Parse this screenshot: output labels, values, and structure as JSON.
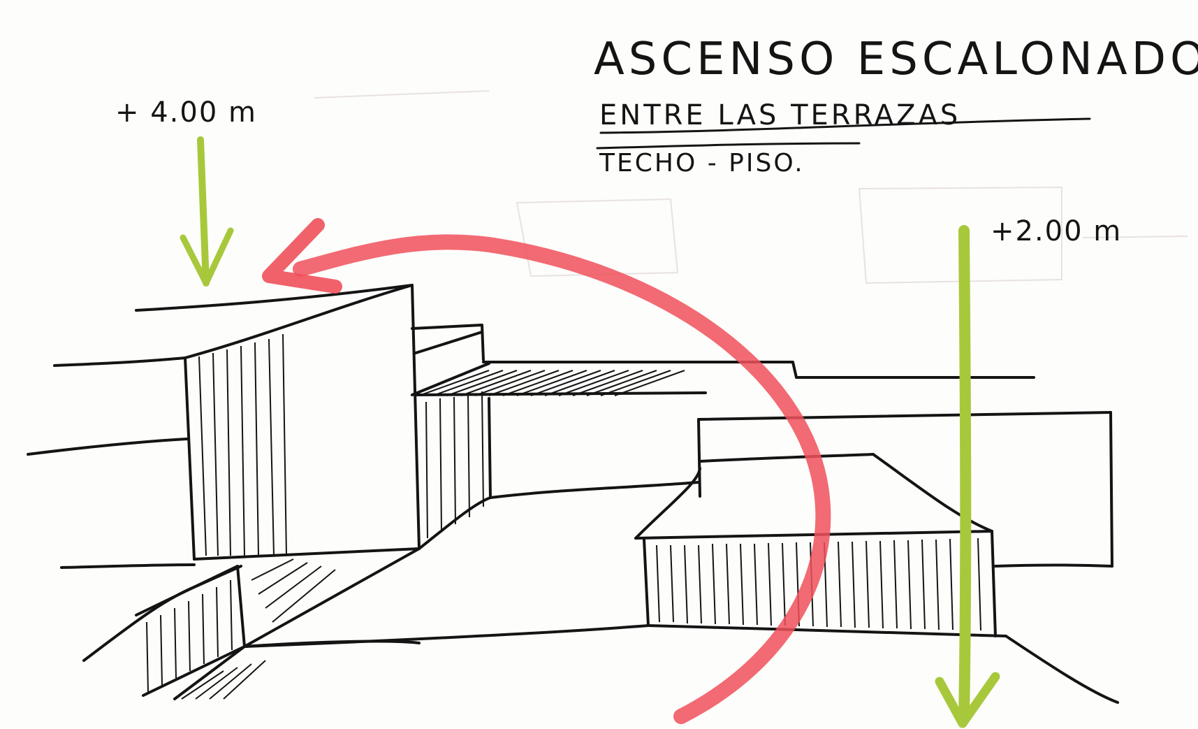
{
  "annotations": {
    "title": "ASCENSO ESCALONADO",
    "subtitle_line1": "ENTRE LAS TERRAZAS",
    "subtitle_line2": "TECHO - PISO.",
    "level_left": "+ 4.00 m",
    "level_right": "+2.00 m"
  },
  "colors": {
    "ink": "#141414",
    "arrow_red": "#f0505a",
    "arrow_green": "#a8c83c",
    "paper": "#fdfdfb"
  },
  "icons": {
    "curved_arrow": "red-curved-arrow-icon",
    "down_arrow_left": "green-down-arrow-icon",
    "down_arrow_right": "green-down-arrow-icon"
  }
}
